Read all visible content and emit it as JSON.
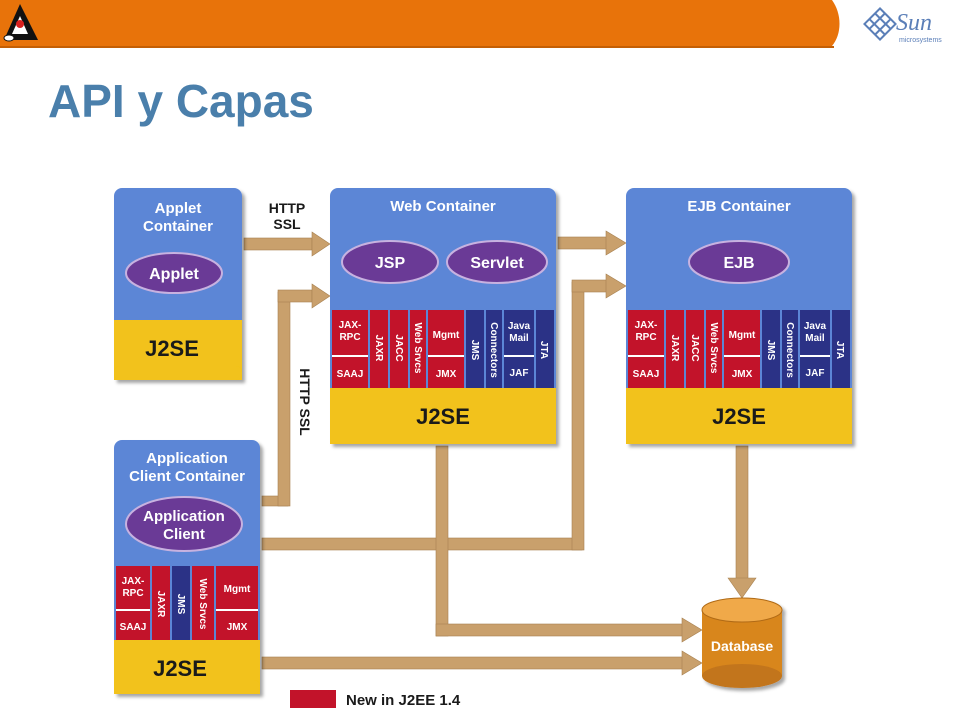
{
  "slide": {
    "title": "API y Capas",
    "logo_text": "Sun",
    "logo_sub": "microsystems"
  },
  "colors": {
    "header_orange": "#e8730a",
    "container_blue": "#5b86d6",
    "j2se_yellow": "#f2c21a",
    "api_red": "#c2132a",
    "api_navy": "#2b3286",
    "component_purple": "#6a3a96",
    "arrow_tan": "#c9a06c",
    "database_orange": "#d8861e",
    "title_blue": "#4a7fab"
  },
  "diagram": {
    "applet_container": {
      "title_line1": "Applet",
      "title_line2": "Container",
      "component": "Applet",
      "base": "J2SE"
    },
    "web_container": {
      "title": "Web Container",
      "components": [
        "JSP",
        "Servlet"
      ],
      "base": "J2SE",
      "apis": {
        "jaxrpc_l1": "JAX-",
        "jaxrpc_l2": "RPC",
        "saaj": "SAAJ",
        "jaxr": "JAXR",
        "jacc": "JACC",
        "websrvcs": "Web Srvcs",
        "mgmt": "Mgmt",
        "jmx": "JMX",
        "jms": "JMS",
        "connectors": "Connectors",
        "javamail_l1": "Java",
        "javamail_l2": "Mail",
        "jaf": "JAF",
        "jta": "JTA"
      }
    },
    "ejb_container": {
      "title": "EJB Container",
      "component": "EJB",
      "base": "J2SE",
      "apis": {
        "jaxrpc_l1": "JAX-",
        "jaxrpc_l2": "RPC",
        "saaj": "SAAJ",
        "jaxr": "JAXR",
        "jacc": "JACC",
        "websrvcs": "Web Srvcs",
        "mgmt": "Mgmt",
        "jmx": "JMX",
        "jms": "JMS",
        "connectors": "Connectors",
        "javamail_l1": "Java",
        "javamail_l2": "Mail",
        "jaf": "JAF",
        "jta": "JTA"
      }
    },
    "app_client_container": {
      "title_line1": "Application",
      "title_line2": "Client Container",
      "component_line1": "Application",
      "component_line2": "Client",
      "base": "J2SE",
      "apis": {
        "jaxrpc_l1": "JAX-",
        "jaxrpc_l2": "RPC",
        "saaj": "SAAJ",
        "jaxr": "JAXR",
        "jms": "JMS",
        "websrvcs": "Web Srvcs",
        "mgmt": "Mgmt",
        "jmx": "JMX"
      }
    },
    "arrows": {
      "http_ssl_top_l1": "HTTP",
      "http_ssl_top_l2": "SSL",
      "http_ssl_vertical": "HTTP SSL"
    },
    "database": "Database",
    "legend": "New in J2EE 1.4"
  }
}
